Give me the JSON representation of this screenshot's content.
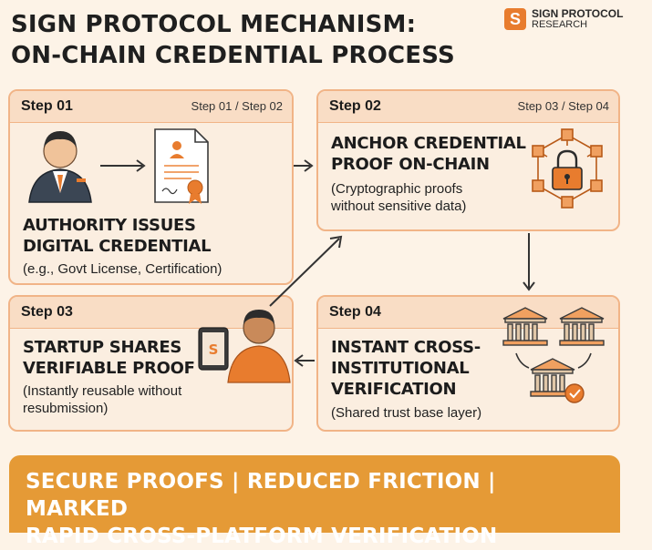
{
  "title": {
    "line1": "SIGN PROTOCOL MECHANISM:",
    "line2": "ON-CHAIN CREDENTIAL PROCESS"
  },
  "brand": {
    "line1": "SIGN PROTOCOL",
    "line2": "RESEARCH",
    "logo_glyph": "S"
  },
  "steps": [
    {
      "step": "Step 01",
      "ref": "Step 01 / Step 02",
      "headline1": "AUTHORITY ISSUES",
      "headline2": "DIGITAL CREDENTIAL",
      "desc1": "(e.g., Govt License, Certification)"
    },
    {
      "step": "Step 02",
      "ref": "Step 03 / Step 04",
      "headline1": "ANCHOR CREDENTIAL",
      "headline2": "PROOF ON-CHAIN",
      "desc1": "(Cryptographic proofs",
      "desc2": "without sensitive data)"
    },
    {
      "step": "Step 03",
      "headline1": "STARTUP SHARES",
      "headline2": "VERIFIABLE PROOF",
      "desc1": "(Instantly reusable without",
      "desc2": "resubmission)"
    },
    {
      "step": "Step 04",
      "headline1": "INSTANT CROSS-",
      "headline2": "INSTITUTIONAL",
      "headline3": "VERIFICATION",
      "desc1": "(Shared trust base layer)"
    }
  ],
  "banner": {
    "line1": "SECURE PROOFS | REDUCED FRICTION | MARKED",
    "line2": "RAPID CROSS-PLATFORM VERIFICATION"
  },
  "colors": {
    "accent": "#e87c2e",
    "border": "#f1b487",
    "banner": "#e59a36",
    "background": "#fdf3e7"
  },
  "icons": [
    "official-person-icon",
    "certificate-icon",
    "blockchain-lock-icon",
    "startup-person-tablet-icon",
    "bank-network-icon",
    "arrow-icon"
  ]
}
